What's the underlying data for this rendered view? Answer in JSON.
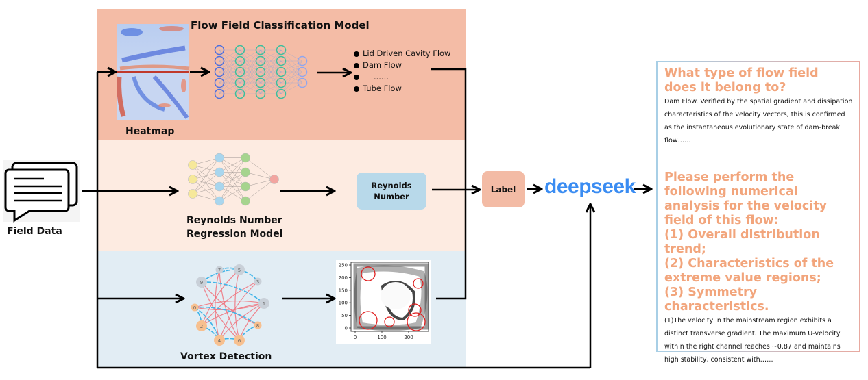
{
  "input": {
    "label": "Field Data",
    "icon": "chat-document-icon"
  },
  "classification": {
    "title": "Flow Field Classification Model",
    "heatmap_label": "Heatmap",
    "classes": [
      "Lid Driven Cavity Flow",
      "Dam Flow",
      "......",
      "Tube Flow"
    ],
    "network_layers": [
      5,
      5,
      5,
      5,
      3
    ]
  },
  "regression": {
    "title_line1": "Reynolds Number",
    "title_line2": "Regression Model",
    "output_line1": "Reynolds",
    "output_line2": "Number",
    "network_layers": [
      3,
      4,
      4,
      1
    ]
  },
  "vortex": {
    "title": "Vortex Detection",
    "graph_nodes": [
      "7",
      "5",
      "9",
      "3",
      "1",
      "0",
      "8",
      "2",
      "4",
      "6"
    ],
    "plot": {
      "y_ticks": [
        "250",
        "200",
        "150",
        "100",
        "50",
        "0"
      ],
      "x_ticks": [
        "0",
        "100",
        "200"
      ]
    }
  },
  "fusion": {
    "label": "Label",
    "llm": "deepseek"
  },
  "output_card": {
    "question1": "What type of flow field does it belong to?",
    "answer1": "Dam Flow. Verified by the spatial gradient and dissipation characteristics of the velocity vectors, this is confirmed as the instantaneous evolutionary state of dam-break flow……",
    "question2_lines": [
      "Please perform the following numerical analysis for the velocity field of this flow:",
      "(1) Overall distribution trend;",
      "(2) Characteristics of the extreme value regions;",
      "(3) Symmetry characteristics."
    ],
    "answer2": "(1)The velocity in the mainstream region exhibits a distinct transverse gradient. The maximum U-velocity within the right channel reaches ~0.87 and maintains high stability, consistent with……"
  },
  "colors": {
    "panel_classification": "#f4bca6",
    "panel_regression": "#fdebe1",
    "panel_vortex": "#e2edf4",
    "reynolds_box": "#b8d9ea",
    "label_box": "#f3bba5",
    "deepseek_blue": "#3a8cf2",
    "question_orange": "#f2a57c"
  }
}
